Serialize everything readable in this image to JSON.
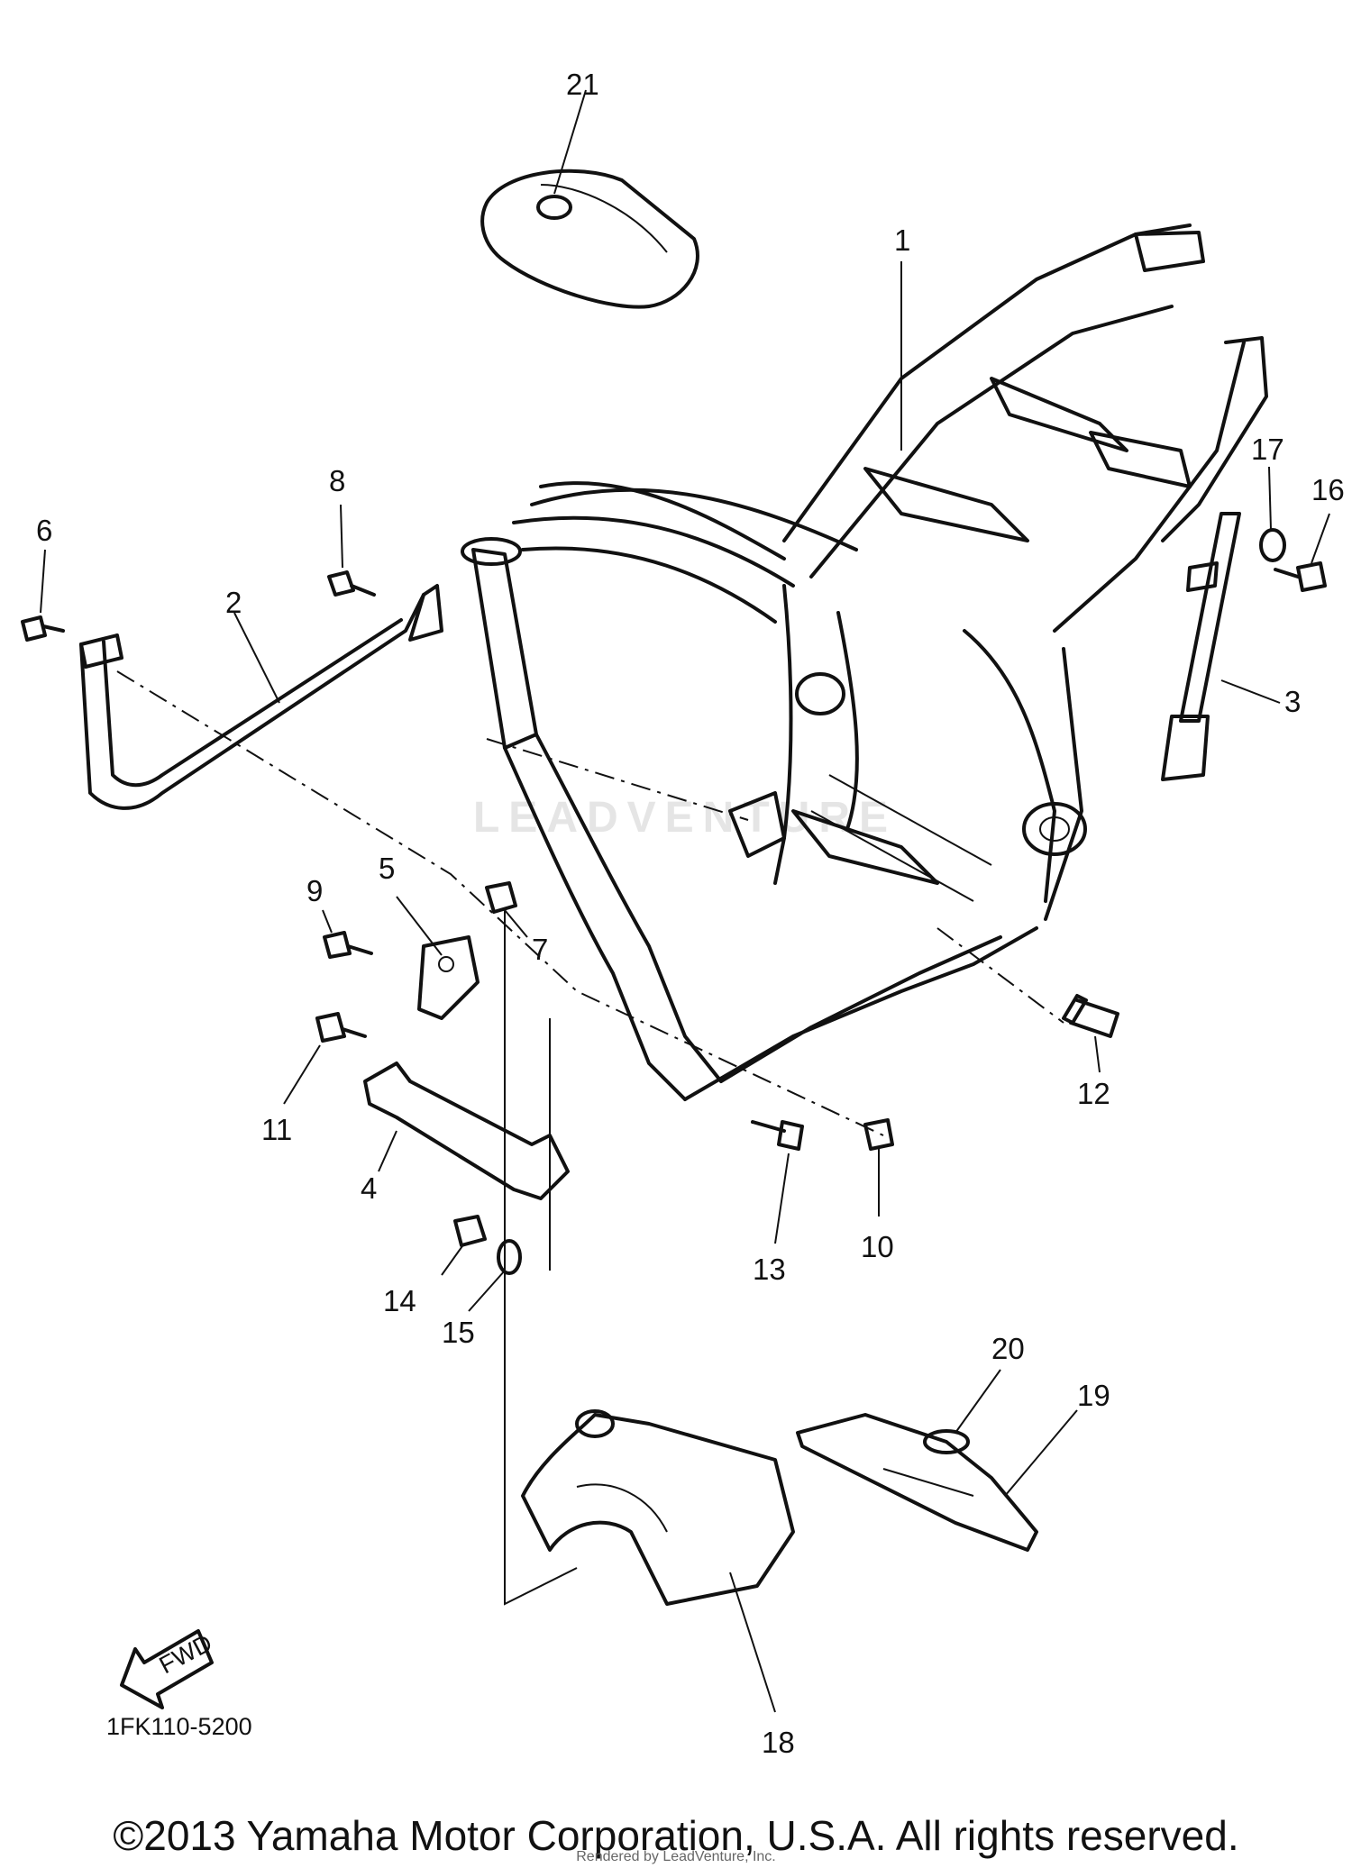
{
  "diagram": {
    "diagram_code": "1FK110-5200",
    "fwd_label": "FWD",
    "callouts": [
      {
        "id": "c1",
        "label": "1"
      },
      {
        "id": "c2",
        "label": "2"
      },
      {
        "id": "c3",
        "label": "3"
      },
      {
        "id": "c4",
        "label": "4"
      },
      {
        "id": "c5",
        "label": "5"
      },
      {
        "id": "c6",
        "label": "6"
      },
      {
        "id": "c7",
        "label": "7"
      },
      {
        "id": "c8",
        "label": "8"
      },
      {
        "id": "c9",
        "label": "9"
      },
      {
        "id": "c10",
        "label": "10"
      },
      {
        "id": "c11",
        "label": "11"
      },
      {
        "id": "c12",
        "label": "12"
      },
      {
        "id": "c13",
        "label": "13"
      },
      {
        "id": "c14",
        "label": "14"
      },
      {
        "id": "c15",
        "label": "15"
      },
      {
        "id": "c16",
        "label": "16"
      },
      {
        "id": "c17",
        "label": "17"
      },
      {
        "id": "c18",
        "label": "18"
      },
      {
        "id": "c19",
        "label": "19"
      },
      {
        "id": "c20",
        "label": "20"
      },
      {
        "id": "c21",
        "label": "21"
      }
    ]
  },
  "footer": {
    "copyright": "©2013 Yamaha Motor Corporation, U.S.A. All rights reserved.",
    "rendered_by": "Rendered by LeadVenture, Inc."
  },
  "watermark": {
    "text": "LEADVENTURE"
  }
}
